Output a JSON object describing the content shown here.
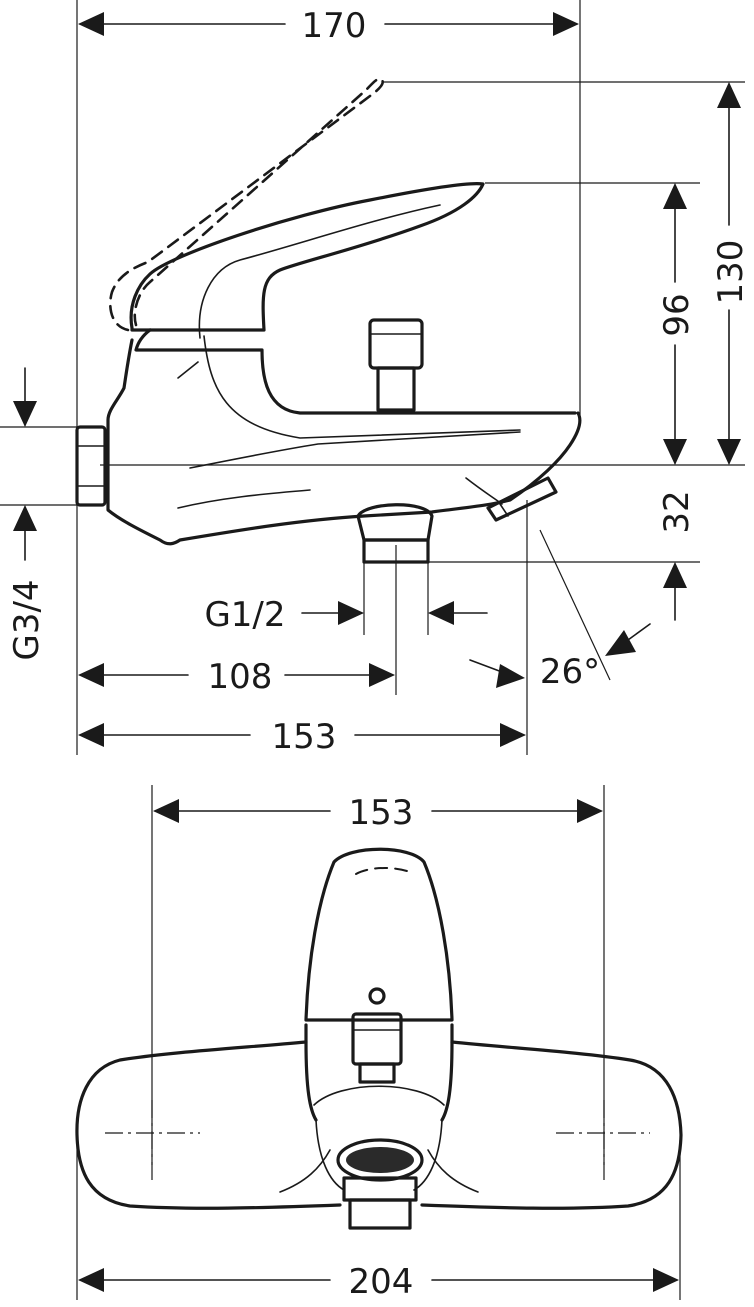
{
  "side_view": {
    "dim_overall_width": "170",
    "dim_total_height": "130",
    "dim_handle_height": "96",
    "dim_spout_drop": "32",
    "dim_outlet_thread": "G1/2",
    "dim_inlet_thread": "G3/4",
    "dim_to_outlet_axis": "108",
    "dim_to_spout_tip": "153",
    "dim_spout_angle": "26°"
  },
  "top_view": {
    "dim_inlet_spacing": "153",
    "dim_body_width": "204"
  }
}
